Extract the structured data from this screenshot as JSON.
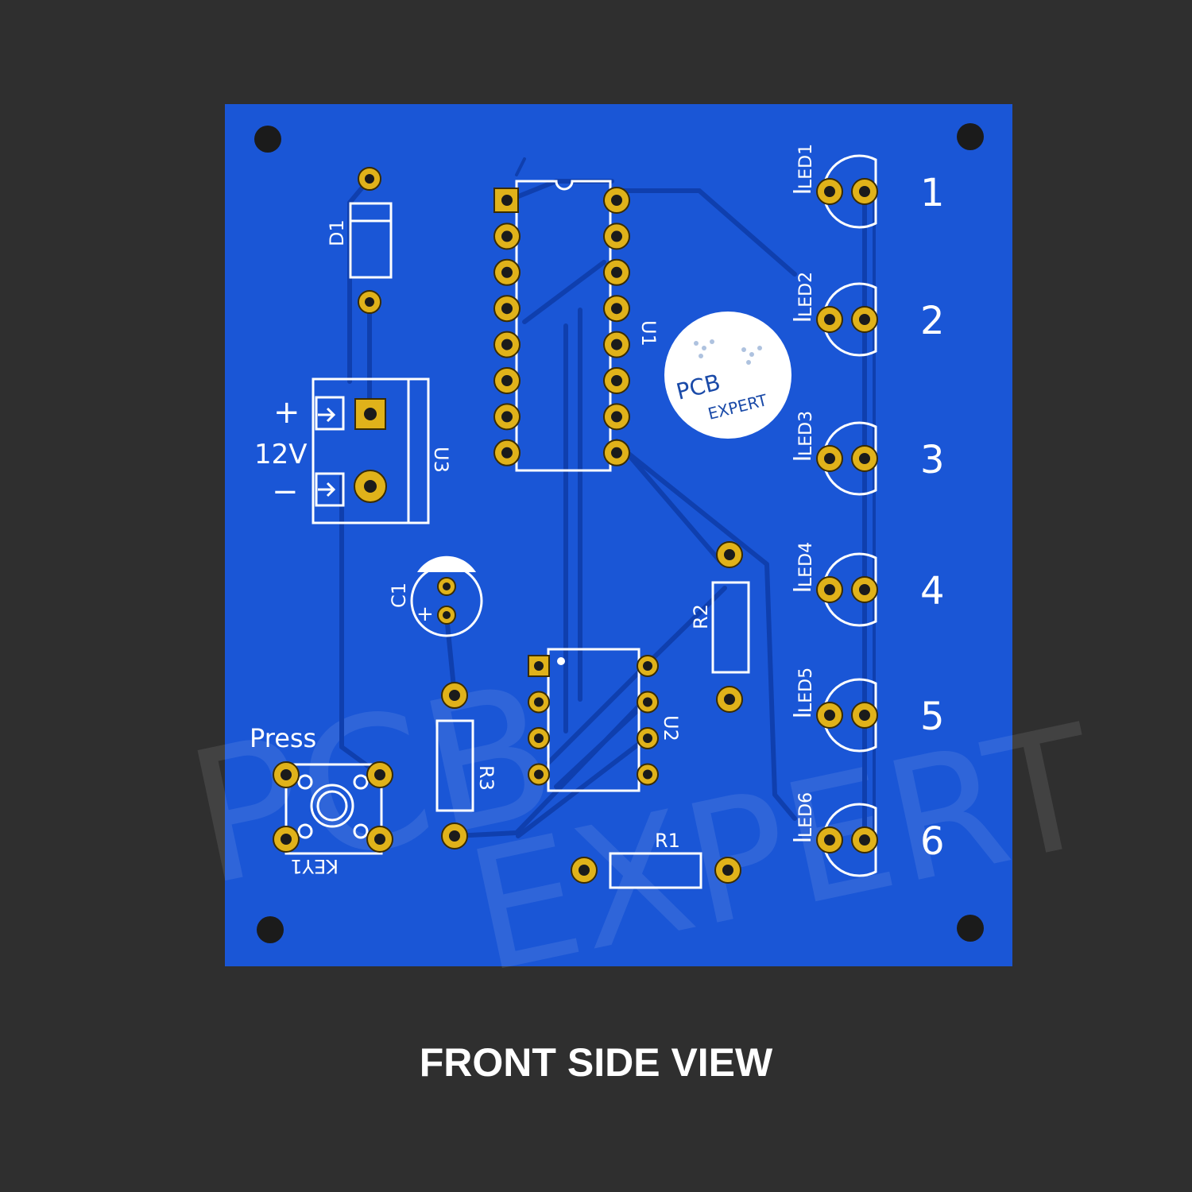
{
  "caption": "FRONT SIDE VIEW",
  "colors": {
    "background": "#2f2f2f",
    "board": "#1a56d6",
    "trace": "#0f3fae",
    "pad": "#e0b21a",
    "silkscreen": "#ffffff"
  },
  "labels": {
    "d1": "D1",
    "u1": "U1",
    "u2": "U2",
    "u3": "U3",
    "c1": "C1",
    "r1": "R1",
    "r2": "R2",
    "r3": "R3",
    "key1": "KEY1",
    "press": "Press",
    "voltage": "12V",
    "plus": "+",
    "minus": "−",
    "cap_plus": "+"
  },
  "logo": {
    "line1": "PCB",
    "line2": "EXPERT"
  },
  "watermark": {
    "line1": "PCB",
    "line2": "EXPERT"
  },
  "leds": [
    {
      "ref": "LED1",
      "number": "1"
    },
    {
      "ref": "LED2",
      "number": "2"
    },
    {
      "ref": "LED3",
      "number": "3"
    },
    {
      "ref": "LED4",
      "number": "4"
    },
    {
      "ref": "LED5",
      "number": "5"
    },
    {
      "ref": "LED6",
      "number": "6"
    }
  ]
}
